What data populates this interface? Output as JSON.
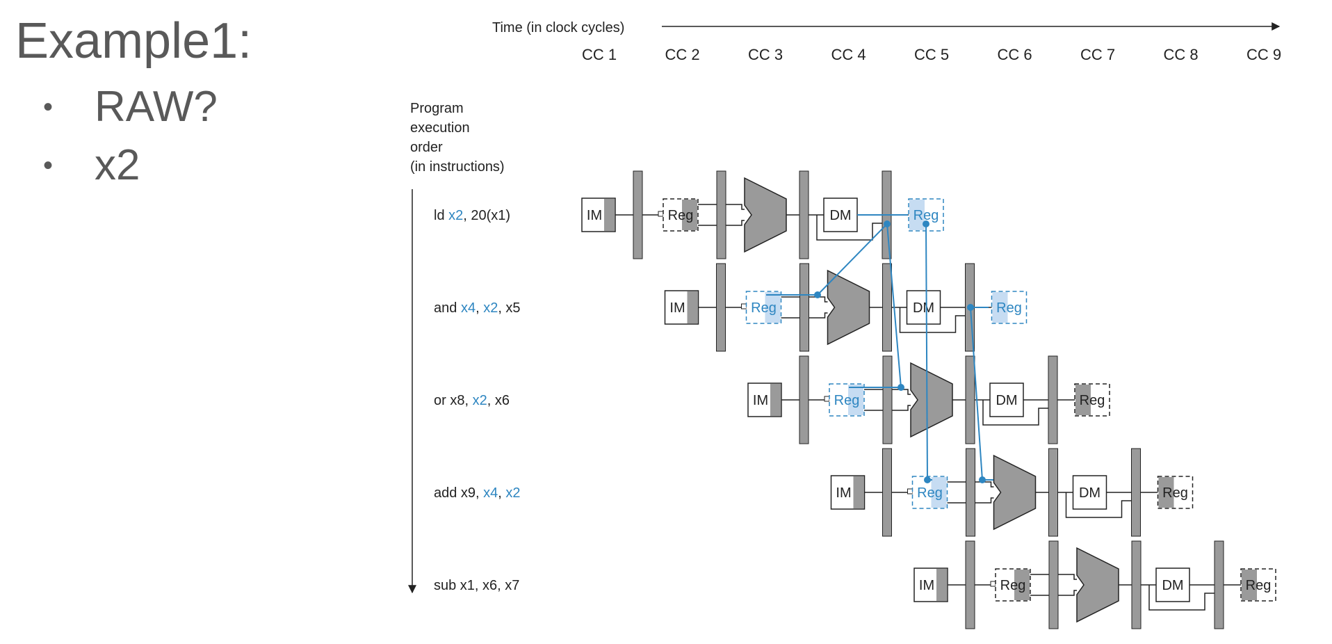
{
  "slide": {
    "title": "Example1:",
    "bullets": [
      "RAW?",
      "x2"
    ]
  },
  "diagram": {
    "time_label": "Time (in clock cycles)",
    "cycles": [
      "CC 1",
      "CC 2",
      "CC 3",
      "CC 4",
      "CC 5",
      "CC 6",
      "CC 7",
      "CC 8",
      "CC 9"
    ],
    "order_label": [
      "Program",
      "execution",
      "order",
      "(in instructions)"
    ],
    "instructions": [
      [
        {
          "t": "ld ",
          "h": false
        },
        {
          "t": "x2",
          "h": true
        },
        {
          "t": ", 20(x1)",
          "h": false
        }
      ],
      [
        {
          "t": "and ",
          "h": false
        },
        {
          "t": "x4",
          "h": true
        },
        {
          "t": ", ",
          "h": false
        },
        {
          "t": "x2",
          "h": true
        },
        {
          "t": ", x5",
          "h": false
        }
      ],
      [
        {
          "t": "or x8, ",
          "h": false
        },
        {
          "t": "x2",
          "h": true
        },
        {
          "t": ", x6",
          "h": false
        }
      ],
      [
        {
          "t": "add x9, ",
          "h": false
        },
        {
          "t": "x4",
          "h": true
        },
        {
          "t": ", ",
          "h": false
        },
        {
          "t": "x2",
          "h": true
        }
      ],
      [
        {
          "t": "sub x1, x6, x7",
          "h": false
        }
      ]
    ],
    "stage_labels": {
      "im": "IM",
      "reg": "Reg",
      "dm": "DM"
    },
    "blue_regs": [
      [
        false,
        true
      ],
      [
        true,
        true
      ],
      [
        true,
        false
      ],
      [
        true,
        false
      ],
      [
        false,
        false
      ]
    ],
    "colors": {
      "text": "#222222",
      "highlight": "#2e86c1",
      "unit_fill": "#9a9a9a",
      "hl_fill": "#c6dcf2",
      "title": "#595959"
    }
  }
}
